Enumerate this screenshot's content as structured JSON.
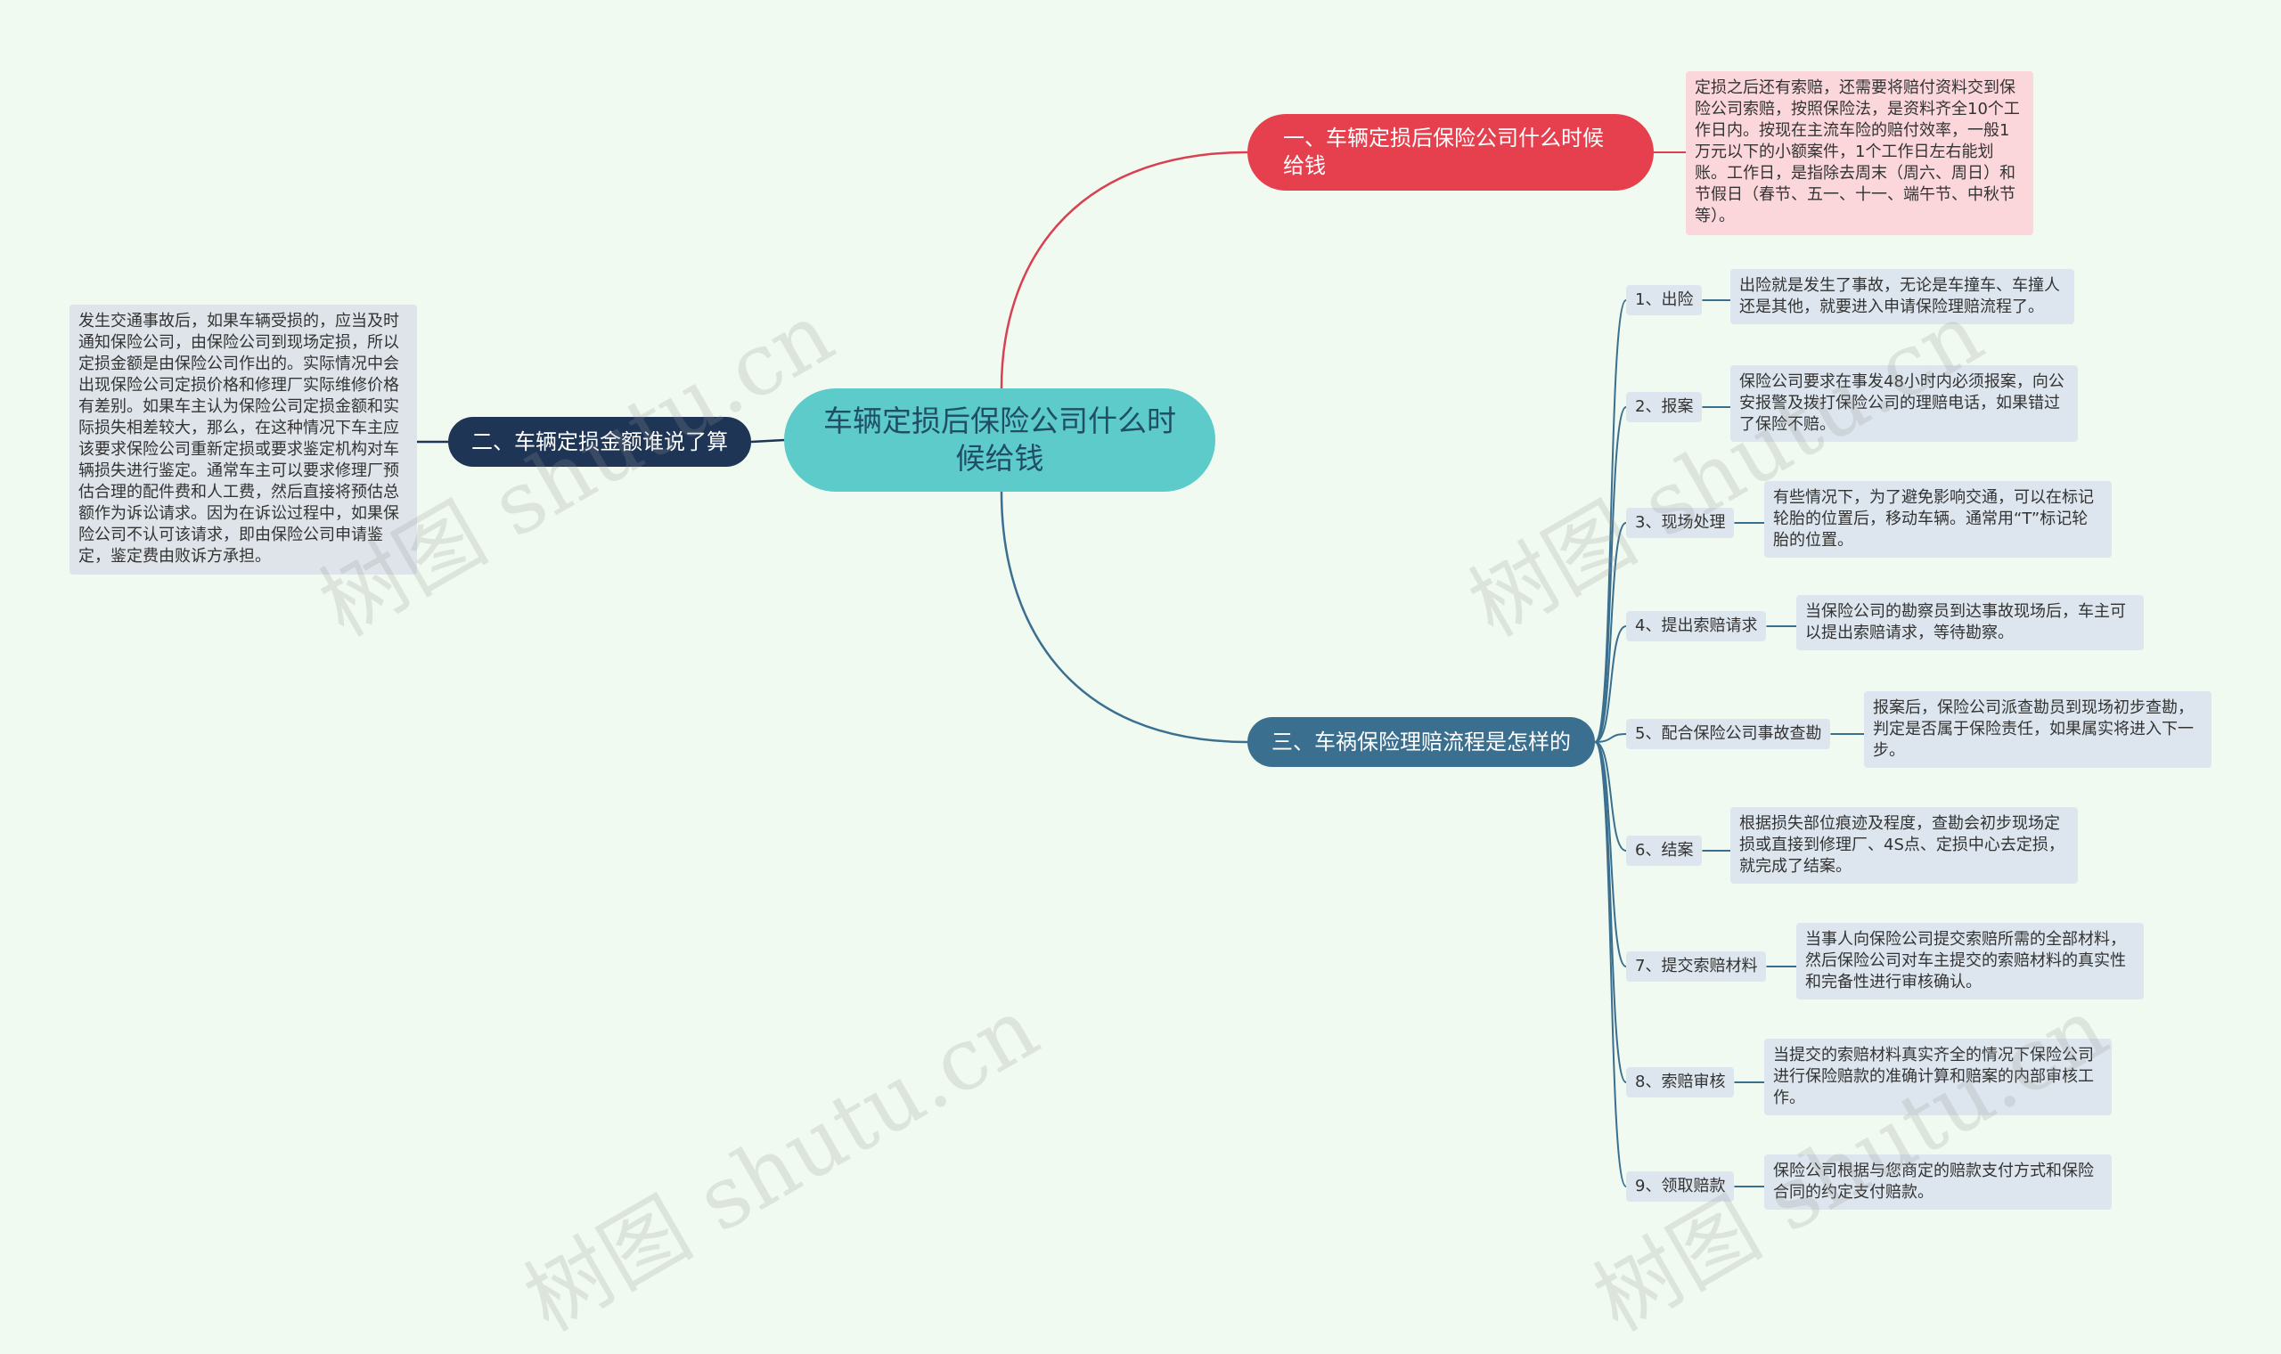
{
  "center": {
    "label": "车辆定损后保险公司什么时候给钱"
  },
  "branch1": {
    "label": "一、车辆定损后保险公司什么时候给钱",
    "note": "定损之后还有索赔，还需要将赔付资料交到保险公司索赔，按照保险法，是资料齐全10个工作日内。按现在主流车险的赔付效率，一般1万元以下的小额案件，1个工作日左右能划账。工作日，是指除去周末（周六、周日）和节假日（春节、五一、十一、端午节、中秋节等）。"
  },
  "branch2": {
    "label": "二、车辆定损金额谁说了算",
    "note": "发生交通事故后，如果车辆受损的，应当及时通知保险公司，由保险公司到现场定损，所以定损金额是由保险公司作出的。实际情况中会出现保险公司定损价格和修理厂实际维修价格有差别。如果车主认为保险公司定损金额和实际损失相差较大，那么，在这种情况下车主应该要求保险公司重新定损或要求鉴定机构对车辆损失进行鉴定。通常车主可以要求修理厂预估合理的配件费和人工费，然后直接将预估总额作为诉讼请求。因为在诉讼过程中，如果保险公司不认可该请求，即由保险公司申请鉴定，鉴定费由败诉方承担。"
  },
  "branch3": {
    "label": "三、车祸保险理赔流程是怎样的",
    "steps": [
      {
        "label": "1、出险",
        "desc": "出险就是发生了事故，无论是车撞车、车撞人还是其他，就要进入申请保险理赔流程了。"
      },
      {
        "label": "2、报案",
        "desc": "保险公司要求在事发48小时内必须报案，向公安报警及拨打保险公司的理赔电话，如果错过了保险不赔。"
      },
      {
        "label": "3、现场处理",
        "desc": "有些情况下，为了避免影响交通，可以在标记轮胎的位置后，移动车辆。通常用“T”标记轮胎的位置。"
      },
      {
        "label": "4、提出索赔请求",
        "desc": "当保险公司的勘察员到达事故现场后，车主可以提出索赔请求，等待勘察。"
      },
      {
        "label": "5、配合保险公司事故查勘",
        "desc": "报案后，保险公司派查勘员到现场初步查勘，判定是否属于保险责任，如果属实将进入下一步。"
      },
      {
        "label": "6、结案",
        "desc": "根据损失部位痕迹及程度，查勘会初步现场定损或直接到修理厂、4S点、定损中心去定损，就完成了结案。"
      },
      {
        "label": "7、提交索赔材料",
        "desc": "当事人向保险公司提交索赔所需的全部材料，然后保险公司对车主提交的索赔材料的真实性和完备性进行审核确认。"
      },
      {
        "label": "8、索赔审核",
        "desc": "当提交的索赔材料真实齐全的情况下保险公司进行保险赔款的准确计算和赔案的内部审核工作。"
      },
      {
        "label": "9、领取赔款",
        "desc": "保险公司根据与您商定的赔款支付方式和保险合同的约定支付赔款。"
      }
    ]
  },
  "watermark": "树图 shutu.cn",
  "colors": {
    "background": "#f0faf0",
    "center": "#5ecbcb",
    "branch1": "#e6404f",
    "branch2": "#1f3556",
    "branch3": "#3a6f8f",
    "note1": "#fbd7db",
    "note": "#dee4ea"
  }
}
